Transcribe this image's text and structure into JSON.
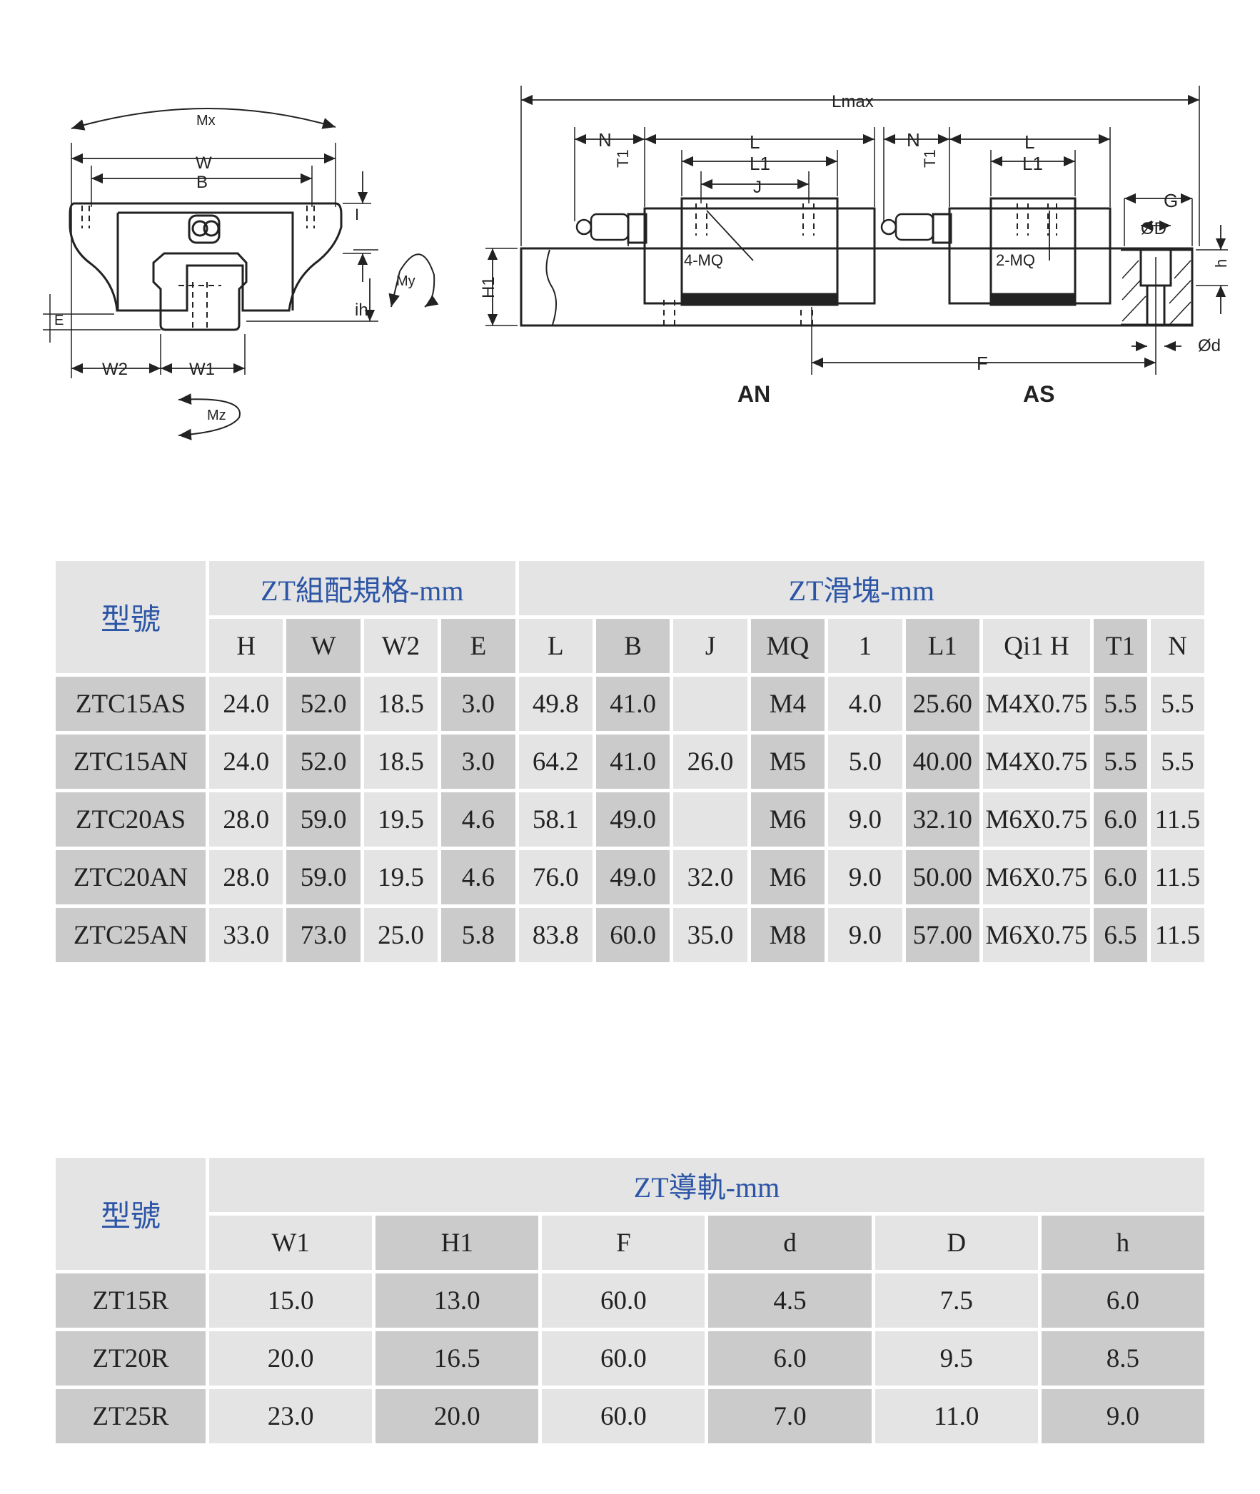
{
  "drawing": {
    "labels": {
      "mx": "Mx",
      "w": "W",
      "b": "B",
      "i": "I",
      "my": "My",
      "ih": "ih",
      "w2": "W2",
      "w1": "W1",
      "mz": "Mz",
      "e": "E",
      "lmax": "Lmax",
      "n": "N",
      "t1": "T1",
      "l": "L",
      "l1": "L1",
      "j": "J",
      "mq4": "4-MQ",
      "mq2": "2-MQ",
      "g": "G",
      "phi_d_upper": "ØD",
      "h_small": "h",
      "h1": "H1",
      "f": "F",
      "phi_d": "Ød",
      "an": "AN",
      "as": "AS"
    }
  },
  "table1": {
    "model_header": "型號",
    "group1": "ZT組配規格-mm",
    "group2": "ZT滑塊-mm",
    "columns": [
      "H",
      "W",
      "W2",
      "E",
      "L",
      "B",
      "J",
      "MQ",
      "1",
      "L1",
      "Qi1 H",
      "T1",
      "N"
    ],
    "rows": [
      {
        "model": "ZTC15AS",
        "values": [
          "24.0",
          "52.0",
          "18.5",
          "3.0",
          "49.8",
          "41.0",
          "",
          "M4",
          "4.0",
          "25.60",
          "M4X0.75",
          "5.5",
          "5.5"
        ]
      },
      {
        "model": "ZTC15AN",
        "values": [
          "24.0",
          "52.0",
          "18.5",
          "3.0",
          "64.2",
          "41.0",
          "26.0",
          "M5",
          "5.0",
          "40.00",
          "M4X0.75",
          "5.5",
          "5.5"
        ]
      },
      {
        "model": "ZTC20AS",
        "values": [
          "28.0",
          "59.0",
          "19.5",
          "4.6",
          "58.1",
          "49.0",
          "",
          "M6",
          "9.0",
          "32.10",
          "M6X0.75",
          "6.0",
          "11.5"
        ]
      },
      {
        "model": "ZTC20AN",
        "values": [
          "28.0",
          "59.0",
          "19.5",
          "4.6",
          "76.0",
          "49.0",
          "32.0",
          "M6",
          "9.0",
          "50.00",
          "M6X0.75",
          "6.0",
          "11.5"
        ]
      },
      {
        "model": "ZTC25AN",
        "values": [
          "33.0",
          "73.0",
          "25.0",
          "5.8",
          "83.8",
          "60.0",
          "35.0",
          "M8",
          "9.0",
          "57.00",
          "M6X0.75",
          "6.5",
          "11.5"
        ]
      }
    ]
  },
  "table2": {
    "model_header": "型號",
    "group": "ZT導軌-mm",
    "columns": [
      "W1",
      "H1",
      "F",
      "d",
      "D",
      "h"
    ],
    "rows": [
      {
        "model": "ZT15R",
        "values": [
          "15.0",
          "13.0",
          "60.0",
          "4.5",
          "7.5",
          "6.0"
        ]
      },
      {
        "model": "ZT20R",
        "values": [
          "20.0",
          "16.5",
          "60.0",
          "6.0",
          "9.5",
          "8.5"
        ]
      },
      {
        "model": "ZT25R",
        "values": [
          "23.0",
          "20.0",
          "60.0",
          "7.0",
          "11.0",
          "9.0"
        ]
      }
    ]
  }
}
